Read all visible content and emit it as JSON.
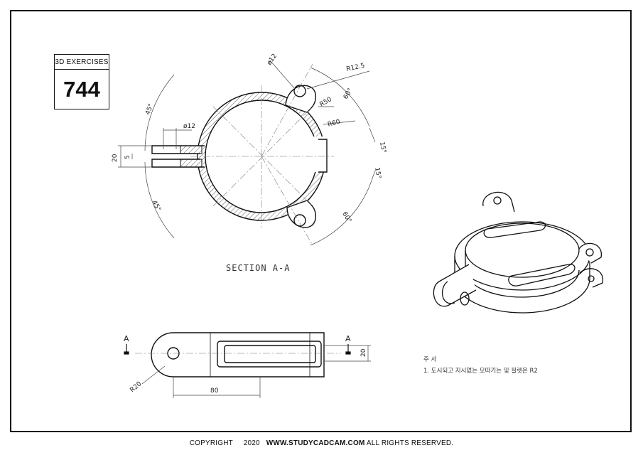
{
  "badge": {
    "label": "3D EXERCISES",
    "number": "744"
  },
  "section_label": "SECTION A-A",
  "dimensions": {
    "d12_top": "ø12",
    "r125": "R12.5",
    "r50": "R50",
    "r60": "R60",
    "a60_top": "60°",
    "a45_top": "45°",
    "d12_left": "ø12",
    "a15_a": "15°",
    "a15_b": "15°",
    "d20": "20",
    "d5": "5",
    "a45_bottom": "45°",
    "a60_bottom": "60°",
    "r20": "R20",
    "d80": "80",
    "d20_side": "20"
  },
  "cut_marks": {
    "left": "A",
    "right": "A"
  },
  "notes": {
    "title": "주 서",
    "line1": "1. 도시되고 지시없는 모따기는 및 필렛은 R2"
  },
  "copyright": {
    "prefix": "COPYRIGHT",
    "year": "2020",
    "site": "WWW.STUDYCADCAM.COM",
    "suffix": "ALL RIGHTS RESERVED."
  }
}
